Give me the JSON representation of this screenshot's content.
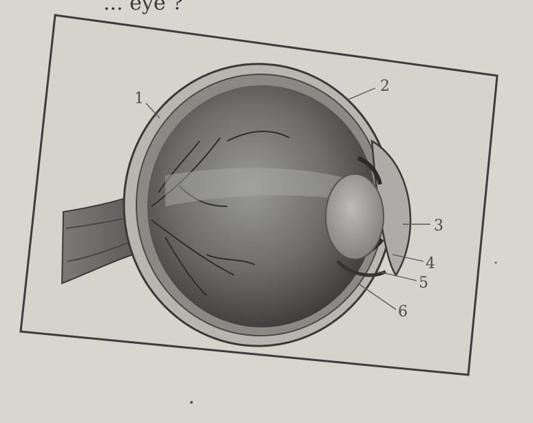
{
  "header_text": "... eye ?",
  "diagram": {
    "labels": [
      "1",
      "2",
      "3",
      "4",
      "5",
      "6"
    ]
  },
  "colors": {
    "paper": "#d9d6d0",
    "frame": "#3c3c3c",
    "ink": "#4a4a4a"
  }
}
